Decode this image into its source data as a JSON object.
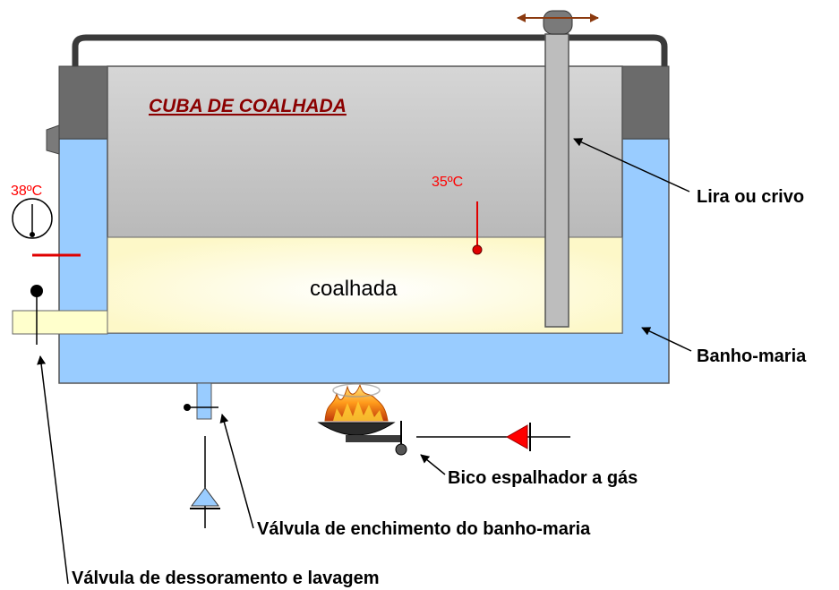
{
  "title": "CUBA DE COALHADA",
  "curd_label": "coalhada",
  "temp_bath": "38ºC",
  "temp_vat": "35ºC",
  "labels": {
    "lira": "Lira ou crivo",
    "banho": "Banho-maria",
    "bico": "Bico espalhador a gás",
    "valvula_enchimento": "Válvula de enchimento do banho-maria",
    "valvula_dessoramento": "Válvula de dessoramento e lavagem"
  },
  "colors": {
    "water_bath": "#99CCFF",
    "curd": "#FFFFCC",
    "vat_metal": "#BDBDBD",
    "wall": "#666666",
    "title_red": "#8B0000",
    "temp_red": "#FF0000",
    "flame": "#FF9900"
  }
}
